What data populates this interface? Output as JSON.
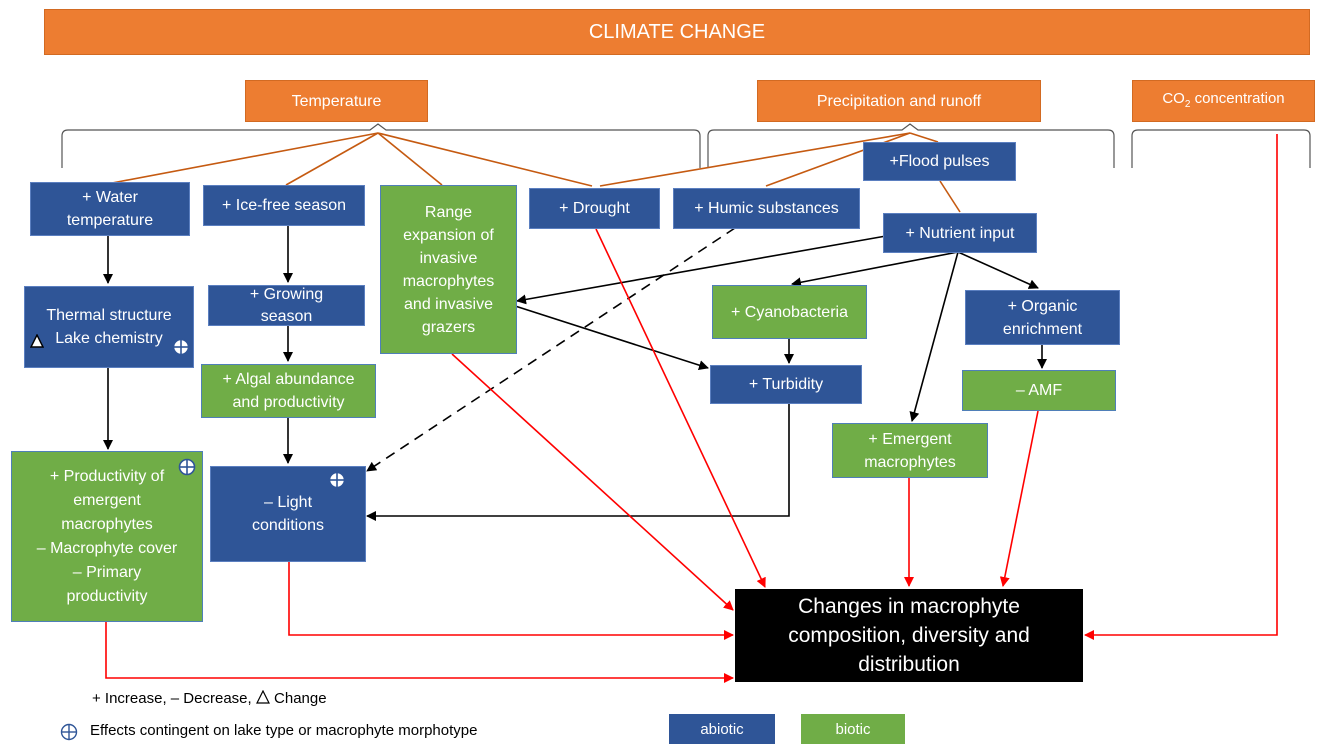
{
  "header": {
    "title": "CLIMATE CHANGE"
  },
  "drivers": {
    "temperature": "Temperature",
    "precipitation": "Precipitation and runoff",
    "co2_prefix": "CO",
    "co2_sub": "2",
    "co2_suffix": " concentration"
  },
  "nodes": {
    "water_temp": [
      "+ Water",
      "temperature"
    ],
    "ice_free": [
      "+ Ice-free season"
    ],
    "range_expansion": [
      "Range",
      "expansion of",
      "invasive",
      "macrophytes",
      "and invasive",
      "grazers"
    ],
    "drought": [
      "+ Drought"
    ],
    "humic": [
      "+ Humic substances"
    ],
    "flood": [
      "+Flood pulses"
    ],
    "nutrient": [
      "+ Nutrient input"
    ],
    "thermal": [
      "Thermal structure",
      "Lake chemistry"
    ],
    "growing": [
      "+ Growing",
      "season"
    ],
    "cyano": [
      "+ Cyanobacteria"
    ],
    "organic": [
      "+ Organic",
      "enrichment"
    ],
    "algal": [
      "+ Algal abundance",
      "and productivity"
    ],
    "turbidity": [
      "+ Turbidity"
    ],
    "amf": [
      "– AMF"
    ],
    "emergent": [
      "+ Emergent",
      "macrophytes"
    ],
    "productivity": [
      "+ Productivity of",
      "emergent",
      "macrophytes",
      "– Macrophyte cover",
      "– Primary",
      "productivity"
    ],
    "light": [
      "– Light",
      "conditions"
    ],
    "outcome": [
      "Changes in macrophyte",
      "composition, diversity and",
      "distribution"
    ]
  },
  "legend": {
    "increase_text": "+ Increase, – Decrease,",
    "change_text": "Change",
    "contingent_text": "Effects contingent on lake type or macrophyte morphotype",
    "abiotic": "abiotic",
    "biotic": "biotic"
  },
  "colors": {
    "orange": "#ED7D31",
    "abiotic": "#2F5597",
    "biotic": "#70AD47",
    "outcome": "#000000",
    "red_arrow": "#FF0000",
    "black_arrow": "#000000",
    "orange_line": "#C55A11"
  }
}
